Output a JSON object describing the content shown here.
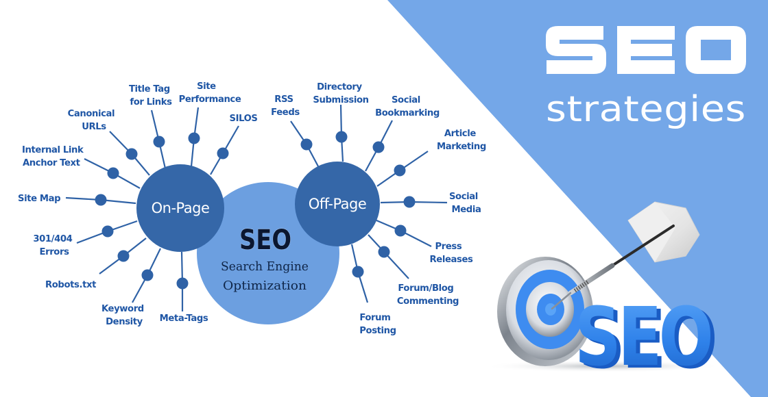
{
  "title": {
    "main": "SEO",
    "sub": "strategies"
  },
  "core": {
    "acronym": "SEO",
    "line1": "Search Engine",
    "line2": "Optimization"
  },
  "hubs": {
    "on_page": {
      "label": "On-Page"
    },
    "off_page": {
      "label": "Off-Page"
    }
  },
  "on_page_items": [
    {
      "line1": "Title Tag",
      "line2": "for Links"
    },
    {
      "line1": "Site",
      "line2": "Performance"
    },
    {
      "line1": "SILOS",
      "line2": ""
    },
    {
      "line1": "Canonical",
      "line2": "URLs"
    },
    {
      "line1": "Internal Link",
      "line2": "Anchor Text"
    },
    {
      "line1": "Site Map",
      "line2": ""
    },
    {
      "line1": "301/404",
      "line2": "Errors"
    },
    {
      "line1": "Robots.txt",
      "line2": ""
    },
    {
      "line1": "Keyword",
      "line2": "Density"
    },
    {
      "line1": "Meta-Tags",
      "line2": ""
    }
  ],
  "off_page_items": [
    {
      "line1": "RSS",
      "line2": "Feeds"
    },
    {
      "line1": "Directory",
      "line2": "Submission"
    },
    {
      "line1": "Social",
      "line2": "Bookmarking"
    },
    {
      "line1": "Article",
      "line2": "Marketing"
    },
    {
      "line1": "Social",
      "line2": "Media"
    },
    {
      "line1": "Press",
      "line2": "Releases"
    },
    {
      "line1": "Forum/Blog",
      "line2": "Commenting"
    },
    {
      "line1": "Forum",
      "line2": "Posting"
    }
  ],
  "illustration": {
    "letters": "SEO"
  },
  "colors": {
    "background": "#ffffff",
    "accent_panel": "#74a7e8",
    "hub": "#3567a8",
    "core": "#6c9fe0",
    "label": "#1f56a5",
    "node": "#2f62a6",
    "title": "#ffffff",
    "letters_3d": "#2f7fe6"
  }
}
